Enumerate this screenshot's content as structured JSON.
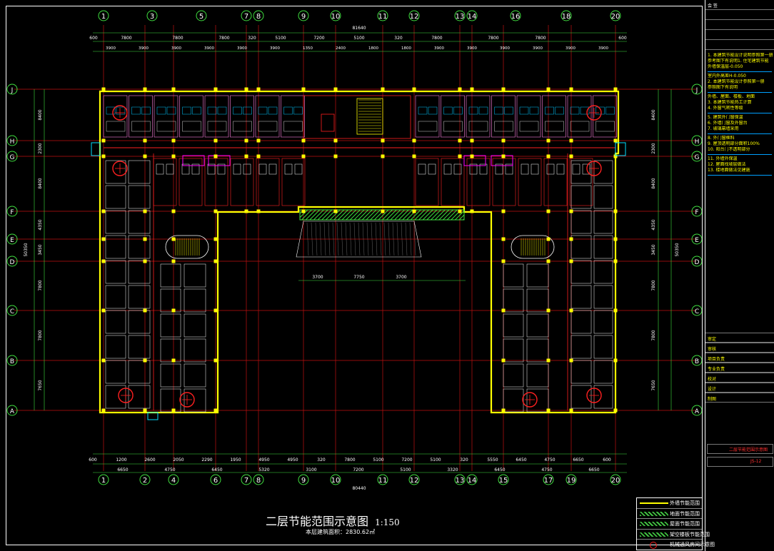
{
  "drawing": {
    "title": "二层节能范围示意图",
    "scale": "1:150",
    "area_note": "本层建筑面积：2830.62㎡",
    "total_dim_top": "81640",
    "total_dim_bottom": "80440",
    "left_total_dim": "50350",
    "right_total_dim": "50350"
  },
  "axes_columns": [
    "1",
    "3",
    "5",
    "7",
    "8",
    "9",
    "10",
    "11",
    "12",
    "13",
    "14",
    "16",
    "18",
    "20"
  ],
  "axes_columns_bottom": [
    "1",
    "2",
    "4",
    "6",
    "7",
    "8",
    "9",
    "10",
    "11",
    "12",
    "13",
    "14",
    "15",
    "17",
    "19",
    "20"
  ],
  "axes_rows": [
    "J",
    "H",
    "G",
    "F",
    "E",
    "D",
    "C",
    "B",
    "A"
  ],
  "top_dims_row1": [
    "600",
    "7800",
    "7800",
    "7800",
    "320",
    "5100",
    "7200",
    "5100",
    "320",
    "7800",
    "7800",
    "7800",
    "600"
  ],
  "top_dims_row2": [
    "3900",
    "3900",
    "3900",
    "3900",
    "3900",
    "3900",
    "1350",
    "2400",
    "1800",
    "1800",
    "3900",
    "3900",
    "3900",
    "3900",
    "3900",
    "3900"
  ],
  "bottom_dims_row1": [
    "600",
    "1200",
    "2600",
    "2050",
    "2290",
    "1950",
    "4950",
    "4950",
    "320",
    "7800",
    "5100",
    "7200",
    "5100",
    "320",
    "5550",
    "6450",
    "4750",
    "6650",
    "600"
  ],
  "bottom_dims_row2": [
    "6650",
    "4750",
    "6450",
    "5320",
    "3100",
    "7200",
    "5100",
    "3320",
    "6450",
    "4750",
    "6650"
  ],
  "left_dims": [
    "8400",
    "2300",
    "8400",
    "4350",
    "3450",
    "7800",
    "7800",
    "7650"
  ],
  "court_dims": [
    "3700",
    "7750",
    "3700"
  ],
  "legend": [
    {
      "label": "外墙节能范围",
      "color": "#ffff00"
    },
    {
      "label": "地面节能范围",
      "color": "#3fbf3f"
    },
    {
      "label": "屋面节能范围",
      "color": "#3fbf3f"
    },
    {
      "label": "架空楼板节能范围",
      "color": "#3fbf3f"
    },
    {
      "label": "机械通风房间示意图",
      "color": "#ff2020"
    }
  ],
  "title_block": {
    "header": "会 签",
    "notes": [
      "1. 本建筑节能设计说明参照第一册",
      "参考图下有说明1. 住宅建筑节能",
      "外墙保温层-0.050",
      "室内外高差H-0.050",
      "2. 本建筑节能设计参照第一册",
      "参照图下有说明",
      "外墙、屋面、楼板、地面",
      "3. 本建筑节能热工计算",
      "4. 外窗气密性等级",
      "5. 建筑外门窗保温",
      "6. 外墙门窗及外窗台",
      "7. 玻璃幕墙采用",
      "8. 外门窗框料",
      "9. 屋顶透明部分面积100%",
      "10. 阳台门不透明部分",
      "11. 外墙外保温",
      "12. 屋面找坡层做法",
      "13. 楼地面做法见建施"
    ],
    "sign_rows": [
      "审定",
      "审核",
      "项目负责",
      "专业负责",
      "校对",
      "设计",
      "制图"
    ],
    "drawing_name": "二层节能范围示意图",
    "drawing_no": "JS-12"
  }
}
